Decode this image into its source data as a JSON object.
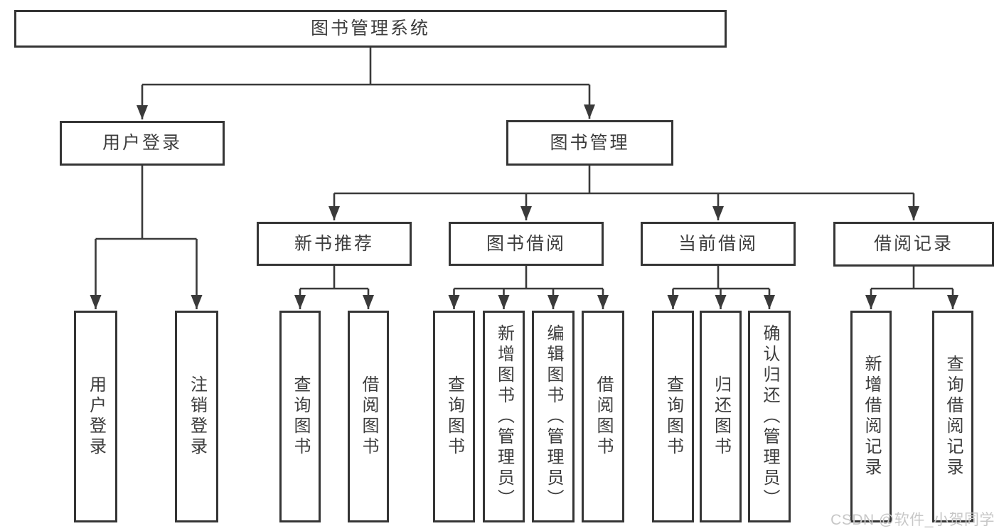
{
  "diagram": {
    "root": {
      "label": "图书管理系统"
    },
    "level2": [
      {
        "label": "用户登录"
      },
      {
        "label": "图书管理"
      }
    ],
    "level3": [
      {
        "label": "新书推荐"
      },
      {
        "label": "图书借阅"
      },
      {
        "label": "当前借阅"
      },
      {
        "label": "借阅记录"
      }
    ],
    "leaves": {
      "user": [
        {
          "label": "用户登录"
        },
        {
          "label": "注销登录"
        }
      ],
      "recommend": [
        {
          "label": "查询图书"
        },
        {
          "label": "借阅图书"
        }
      ],
      "borrow": [
        {
          "label": "查询图书"
        },
        {
          "label": "新增图书（管理员）"
        },
        {
          "label": "编辑图书（管理员）"
        },
        {
          "label": "借阅图书"
        }
      ],
      "current": [
        {
          "label": "查询图书"
        },
        {
          "label": "归还图书"
        },
        {
          "label": "确认归还（管理员）"
        }
      ],
      "records": [
        {
          "label": "新增借阅记录"
        },
        {
          "label": "查询借阅记录"
        }
      ]
    }
  },
  "watermark": {
    "text": "CSDN @软件_小贺同学"
  },
  "colors": {
    "line": "#3a3a3a",
    "box_border": "#353535",
    "text": "#3d3d3d",
    "watermark": "#c7c7c7",
    "background": "#ffffff"
  }
}
